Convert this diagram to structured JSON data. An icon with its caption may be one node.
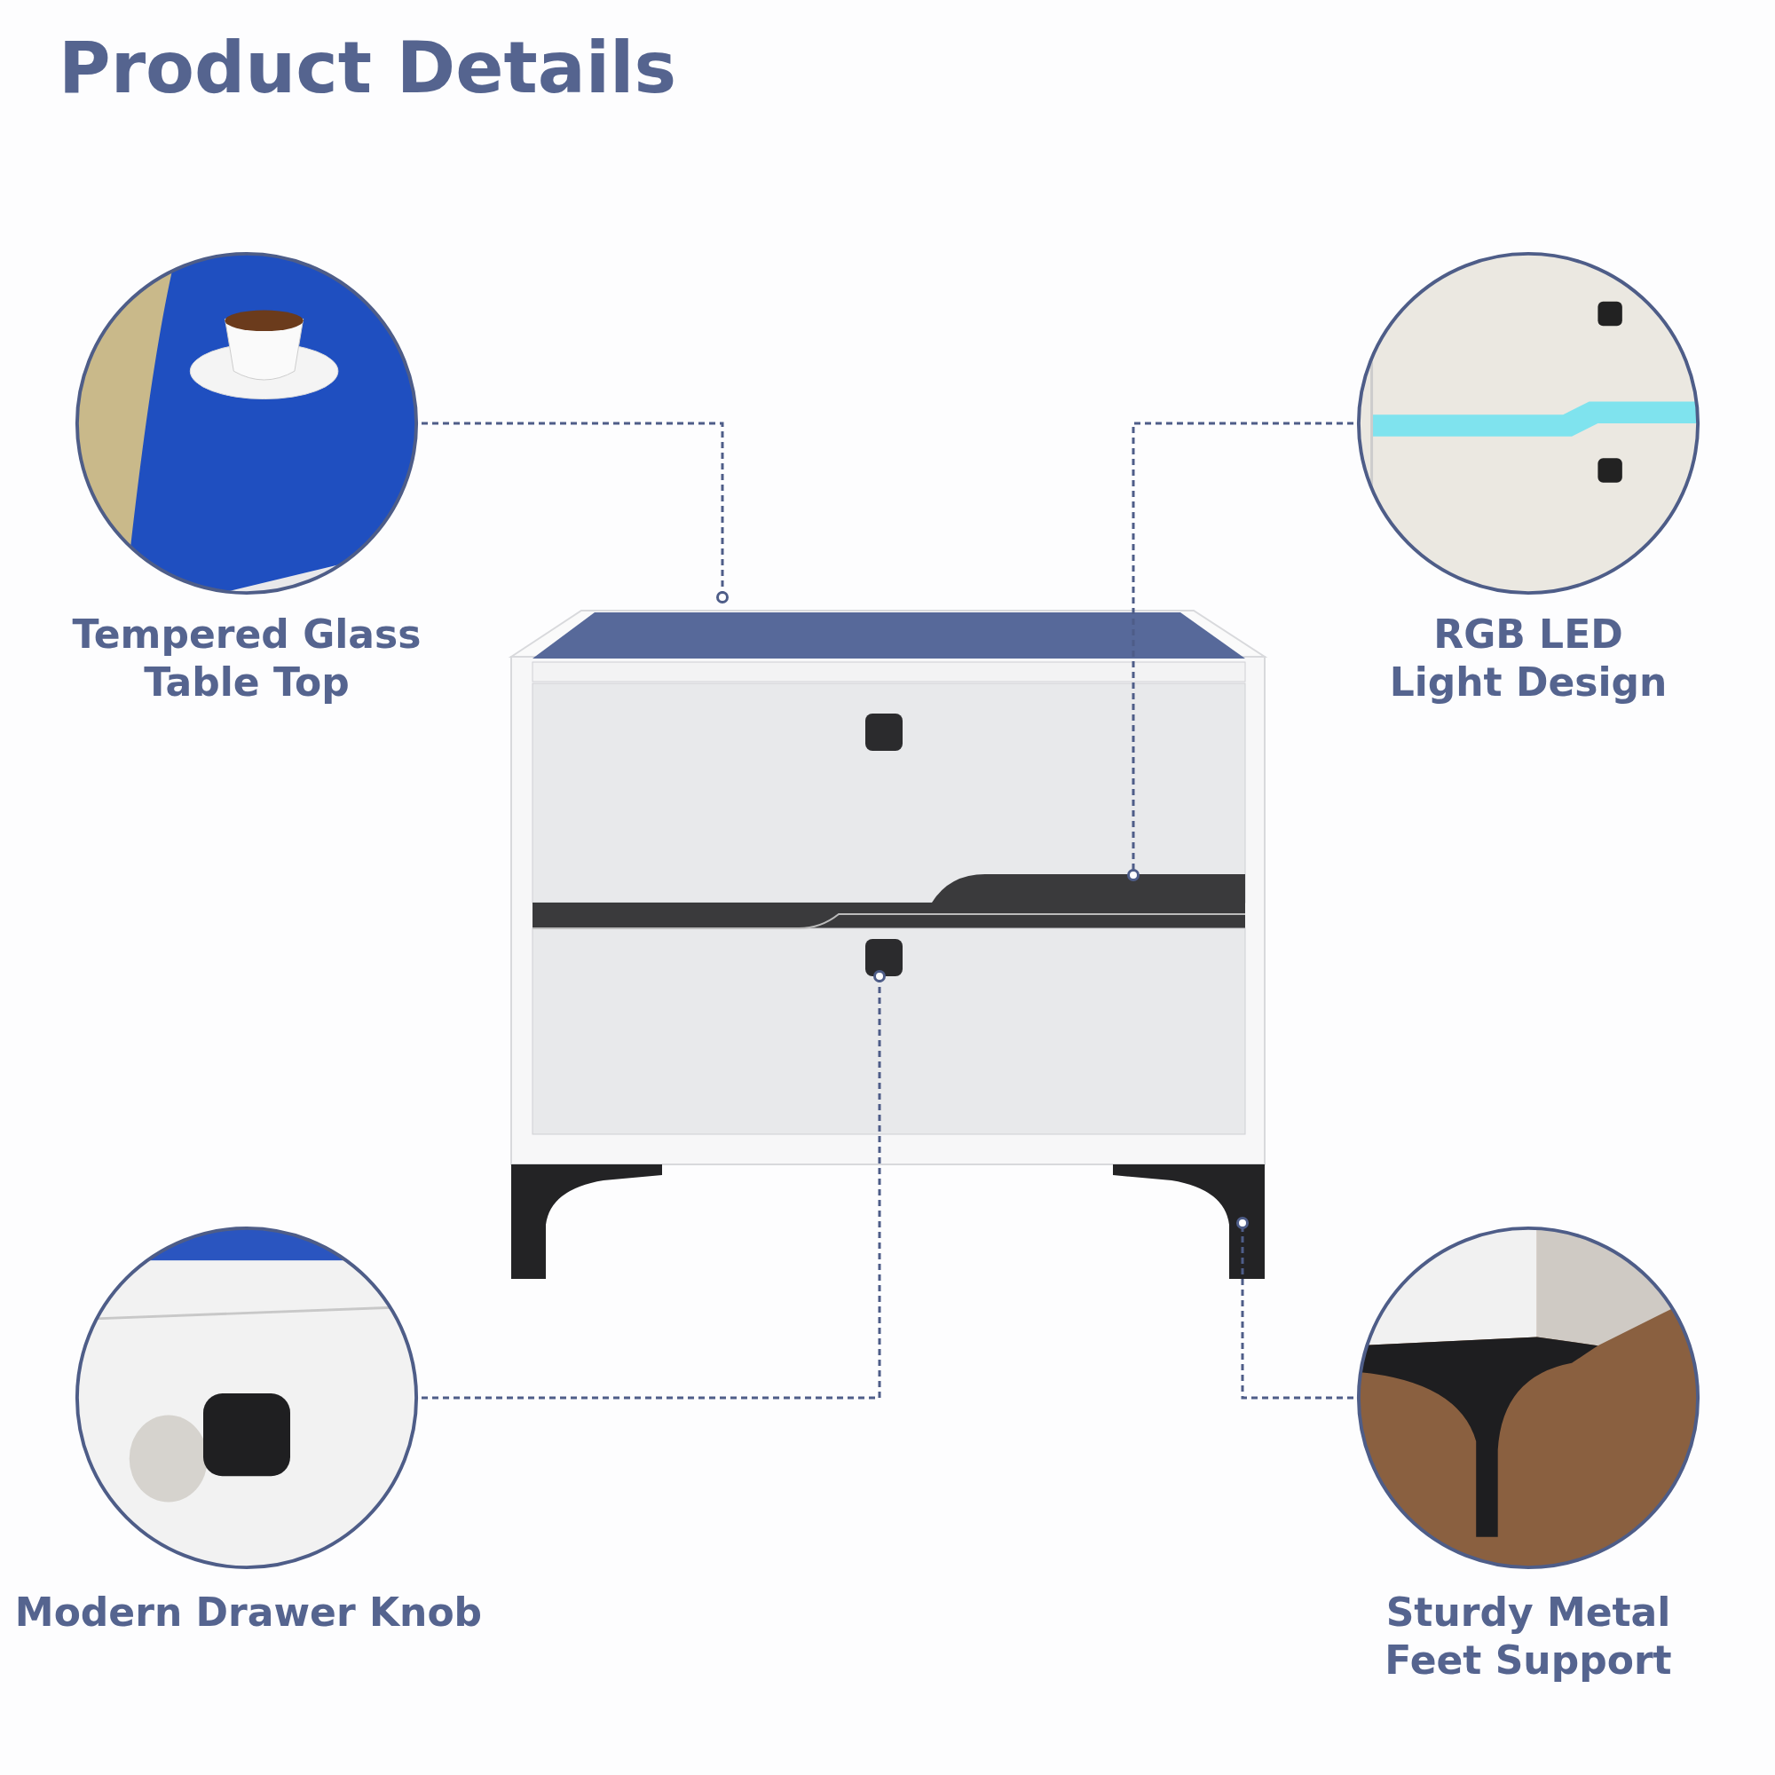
{
  "diagram": {
    "title": "Product Details",
    "nodes": [
      {
        "text": [],
        "shape": "picture"
      },
      {
        "text": [
          "Tempered Glass Table Top"
        ]
      },
      {
        "text": [
          "RGB LED Light Design"
        ]
      },
      {
        "text": [
          "Modern Drawer Knob"
        ]
      },
      {
        "text": [
          "Sturdy Metal Feet Support"
        ]
      }
    ],
    "edges": [
      {
        "from": 1,
        "to": 0,
        "arrow": "other",
        "style": "dashed"
      },
      {
        "from": 2,
        "to": 0,
        "arrow": "other",
        "style": "dashed"
      },
      {
        "from": 3,
        "to": 0,
        "arrow": "other",
        "style": "dashed"
      },
      {
        "from": 4,
        "to": 0,
        "arrow": "other",
        "style": "dashed"
      }
    ]
  }
}
